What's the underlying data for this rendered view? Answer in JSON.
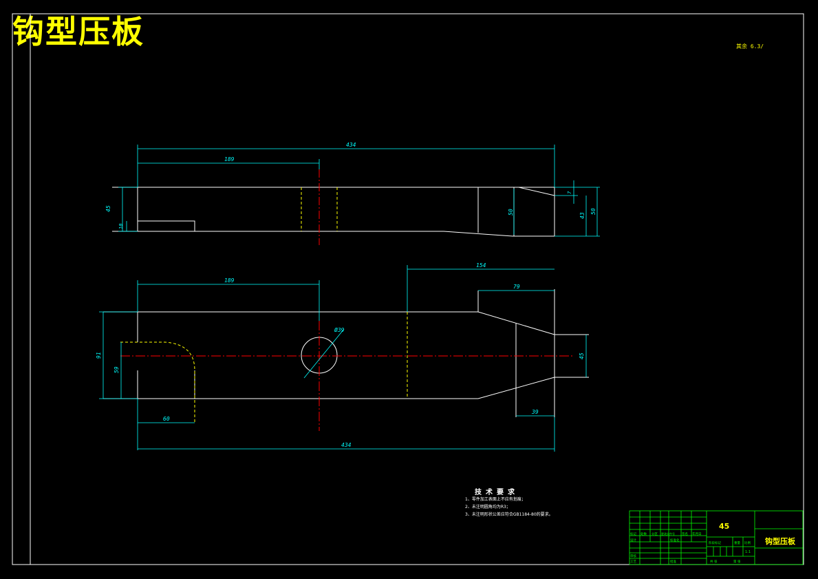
{
  "drawing": {
    "title": "钩型压板",
    "roughness_note": "其余 6.3/"
  },
  "dimensions": {
    "top_view": {
      "overall_length": "434",
      "to_centerline": "189",
      "left_height": "45",
      "slot_depth": "10",
      "right_height_inner": "50",
      "chamfer_drop": "7",
      "tip_height": "43",
      "right_height_outer": "50"
    },
    "front_view": {
      "to_centerline": "189",
      "right_section": "154",
      "taper_length": "79",
      "hole_dia": "Ø39",
      "overall_width": "91",
      "slot_width": "59",
      "slot_depth": "60",
      "tip_width": "45",
      "tip_length": "39",
      "overall_length": "434"
    }
  },
  "technical_requirements": {
    "title": "技术要求",
    "items": [
      "1、零件加工表面上不应有划痕；",
      "2、未注明圆角均为R3；",
      "3、未注明形状公差应符合GB1184-80的要求。"
    ]
  },
  "title_block": {
    "material": "45",
    "part_name": "钩型压板",
    "scale": "1:1",
    "labels": [
      "标记",
      "处数",
      "分区",
      "更改文件号",
      "签名",
      "年月日",
      "设计",
      "标准化",
      "审核",
      "工艺",
      "批准",
      "阶段标记",
      "重量",
      "比例",
      "共 张",
      "第 张"
    ]
  }
}
